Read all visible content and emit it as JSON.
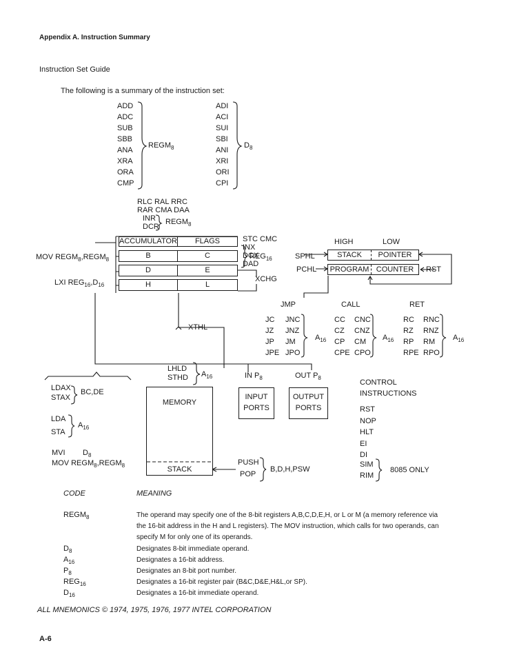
{
  "header": "Appendix A.  Instruction Summary",
  "section_title": "Instruction Set Guide",
  "intro": "The following is a summary of the instruction set:",
  "group_regm8": {
    "items": [
      "ADD",
      "ADC",
      "SUB",
      "SBB",
      "ANA",
      "XRA",
      "ORA",
      "CMP"
    ],
    "operand": "REGM"
  },
  "group_d8": {
    "items": [
      "ADI",
      "ACI",
      "SUI",
      "SBI",
      "ANI",
      "XRI",
      "ORI",
      "CPI"
    ],
    "operand": "D"
  },
  "rotate": {
    "row1": "RLC   RAL   RRC",
    "row2": "RAR   CMA   DAA",
    "inr": "INR",
    "dcr": "DCR",
    "operand": "REGM"
  },
  "registers": {
    "accumulator": "ACCUMULATOR",
    "flags": "FLAGS",
    "b": "B",
    "c": "C",
    "d": "D",
    "e": "E",
    "h": "H",
    "l": "L"
  },
  "mov": "MOV REGM",
  "mov_sep": ",REGM",
  "lxi": "LXI REG",
  "lxi_sep": ",D",
  "stc_cmc": "STC CMC",
  "inx": "INX",
  "dcx": "DCX",
  "dad": "DAD",
  "reg16": "REG",
  "xchg": "XCHG",
  "sphl": "SPHL",
  "pchl": "PCHL",
  "high": "HIGH",
  "low": "LOW",
  "stack_label": "STACK",
  "pointer": "POINTER",
  "program": "PROGRAM",
  "counter": "COUNTER",
  "rst": "RST",
  "jmp": "JMP",
  "call": "CALL",
  "ret": "RET",
  "jumps": {
    "col1": [
      "JC",
      "JZ",
      "JP",
      "JPE"
    ],
    "col2": [
      "JNC",
      "JNZ",
      "JM",
      "JPO"
    ]
  },
  "calls": {
    "col1": [
      "CC",
      "CZ",
      "CP",
      "CPE"
    ],
    "col2": [
      "CNC",
      "CNZ",
      "CM",
      "CPO"
    ]
  },
  "rets": {
    "col1": [
      "RC",
      "RZ",
      "RP",
      "RPE"
    ],
    "col2": [
      "RNC",
      "RNZ",
      "RM",
      "RPO"
    ]
  },
  "a16": "A",
  "xthl": "XTHL",
  "lhld": "LHLD",
  "shld": "STHD",
  "in": "IN P",
  "out": "OUT P",
  "input_ports": [
    "INPUT",
    "PORTS"
  ],
  "output_ports": [
    "OUTPUT",
    "PORTS"
  ],
  "memory": "MEMORY",
  "stack_mem": "STACK",
  "push": "PUSH",
  "pop": "POP",
  "push_pop_regs": "B,D,H,PSW",
  "ldax": "LDAX",
  "stax": "STAX",
  "bcde": "BC,DE",
  "lda": "LDA",
  "sta": "STA",
  "mvi": "MVI",
  "mvi_op": "D",
  "mov2": "MOV REGM",
  "mov2_sep": ",REGM",
  "control": [
    "CONTROL",
    "INSTRUCTIONS"
  ],
  "control_items": [
    "RST",
    "NOP",
    "HLT",
    "EI",
    "DI"
  ],
  "sim": "SIM",
  "rim": "RIM",
  "only8085": "8085 ONLY",
  "code_heading": "CODE",
  "meaning_heading": "MEANING",
  "legend": [
    {
      "code": "REGM",
      "sub": "8",
      "meaning": "The operand may specify one of the 8-bit registers A,B,C,D,E,H, or L or M (a memory reference via the 16-bit address in the H and L registers). The MOV instruction, which calls for two operands, can specify M for only one of its operands."
    },
    {
      "code": "D",
      "sub": "8",
      "meaning": "Designates 8-bit immediate operand."
    },
    {
      "code": "A",
      "sub": "16",
      "meaning": "Designates a 16-bit address."
    },
    {
      "code": "P",
      "sub": "8",
      "meaning": "Designates an 8-bit port number."
    },
    {
      "code": "REG",
      "sub": "16",
      "meaning": "Designates a 16-bit register pair (B&C,D&E,H&L,or SP)."
    },
    {
      "code": "D",
      "sub": "16",
      "meaning": "Designates a 16-bit immediate operand."
    }
  ],
  "copyright": "ALL MNEMONICS © 1974, 1975, 1976, 1977 INTEL CORPORATION",
  "page_number": "A-6",
  "sub8": "8",
  "sub16": "16"
}
